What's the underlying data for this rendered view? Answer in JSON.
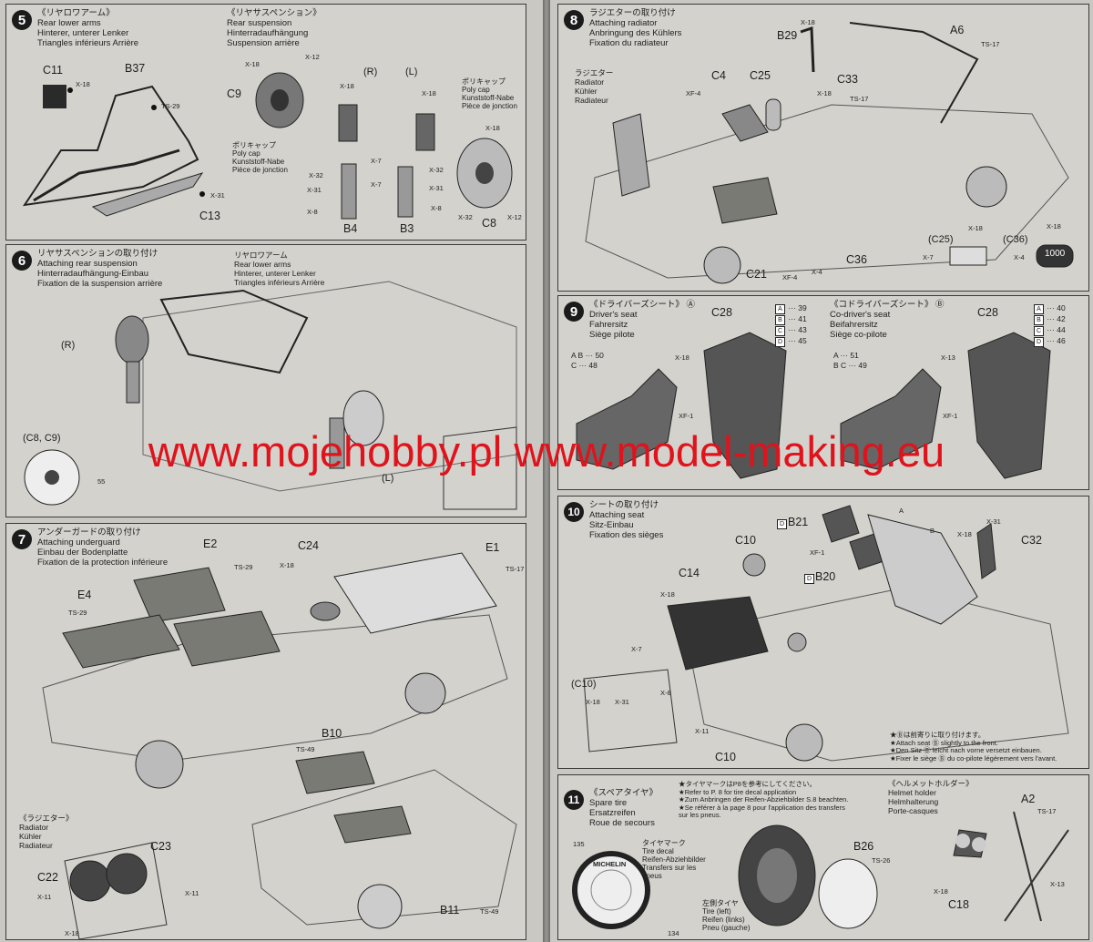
{
  "watermark": "www.mojehobby.pl www.model-making.eu",
  "steps": {
    "s5": {
      "num": "5",
      "jp": "《リヤロワアーム》",
      "en": "Rear lower arms",
      "de": "Hinterer, unterer Lenker",
      "fr": "Triangles inférieurs Arrière",
      "jp2": "《リヤサスペンション》",
      "en2": "Rear suspension",
      "de2": "Hinterradaufhängung",
      "fr2": "Suspension arrière",
      "parts": {
        "c11": "C11",
        "b37": "B37",
        "c13": "C13",
        "c9": "C9",
        "b4": "B4",
        "b3": "B3",
        "c8": "C8",
        "r": "(R)",
        "l": "(L)"
      },
      "screws": {
        "x18a": "X-18",
        "ts29": "TS-29",
        "x31": "X-31",
        "x18b": "X-18",
        "x12a": "X-12",
        "x18c": "X-18",
        "x32a": "X-32",
        "x31b": "X-31",
        "x7a": "X-7",
        "x8a": "X-8",
        "x18d": "X-18",
        "x7b": "X-7",
        "x32b": "X-32",
        "x31c": "X-31",
        "x8b": "X-8",
        "x18e": "X-18",
        "x32c": "X-32",
        "x12b": "X-12"
      },
      "polycap": {
        "jp": "ポリキャップ",
        "en": "Poly cap",
        "de": "Kunststoff-Nabe",
        "fr": "Pièce de jonction"
      }
    },
    "s6": {
      "num": "6",
      "jp": "リヤサスペンションの取り付け",
      "en": "Attaching rear suspension",
      "de": "Hinterradaufhängung-Einbau",
      "fr": "Fixation de la suspension arrière",
      "sub": {
        "jp": "リヤロワアーム",
        "en": "Rear lower arms",
        "de": "Hinterer, unterer Lenker",
        "fr": "Triangles inférieurs Arrière"
      },
      "r": "(R)",
      "l": "(L)",
      "c8c9": "(C8, C9)",
      "decal": "55"
    },
    "s7": {
      "num": "7",
      "jp": "アンダーガードの取り付け",
      "en": "Attaching underguard",
      "de": "Einbau der Bodenplatte",
      "fr": "Fixation de la protection inférieure",
      "parts": {
        "e2": "E2",
        "e4": "E4",
        "c24": "C24",
        "e1": "E1",
        "b10": "B10",
        "c23": "C23",
        "c22": "C22",
        "b11": "B11"
      },
      "screws": {
        "ts29a": "TS-29",
        "ts29b": "TS-29",
        "x18": "X-18",
        "ts17": "TS-17",
        "ts49a": "TS-49",
        "x11a": "X-11",
        "x11b": "X-11",
        "x18b": "X-18",
        "ts49b": "TS-49"
      },
      "radiator": {
        "jp": "《ラジエター》",
        "en": "Radiator",
        "de": "Kühler",
        "fr": "Radiateur"
      }
    },
    "s8": {
      "num": "8",
      "jp": "ラジエターの取り付け",
      "en": "Attaching radiator",
      "de": "Anbringung des Kühlers",
      "fr": "Fixation du radiateur",
      "radiator": {
        "jp": "ラジエター",
        "en": "Radiator",
        "de": "Kühler",
        "fr": "Radiateur"
      },
      "parts": {
        "b29": "B29",
        "a6": "A6",
        "c4": "C4",
        "c25": "C25",
        "c33": "C33",
        "c36": "C36",
        "c21": "C21",
        "c25b": "(C25)",
        "c36b": "(C36)"
      },
      "screws": {
        "x18a": "X-18",
        "ts17a": "TS-17",
        "xf4a": "XF-4",
        "x18b": "X-18",
        "ts17b": "TS-17",
        "xf4b": "XF-4",
        "x4a": "X-4",
        "x18c": "X-18",
        "x7": "X-7",
        "x18d": "X-18",
        "x4b": "X-4"
      },
      "stamp": "1000"
    },
    "s9": {
      "num": "9",
      "jp": "《ドライバーズシート》",
      "en": "Driver's seat",
      "de": "Fahrersitz",
      "fr": "Siège pilote",
      "jp2": "《コドライバーズシート》",
      "en2": "Co-driver's seat",
      "de2": "Beifahrersitz",
      "fr2": "Siège co-pilote",
      "a": "A",
      "b": "B",
      "c28a": "C28",
      "c28b": "C28",
      "x18": "X-18",
      "xf1a": "XF-1",
      "x13": "X-13",
      "xf1b": "XF-1",
      "legendA": [
        {
          "k": "A",
          "v": "39"
        },
        {
          "k": "B",
          "v": "41"
        },
        {
          "k": "C",
          "v": "43"
        },
        {
          "k": "D",
          "v": "45"
        }
      ],
      "legendB": [
        {
          "k": "A",
          "v": "40"
        },
        {
          "k": "B",
          "v": "42"
        },
        {
          "k": "C",
          "v": "44"
        },
        {
          "k": "D",
          "v": "46"
        }
      ],
      "ab": "A B ··· 50",
      "c48": "C ··· 48",
      "ab51": "A ··· 51",
      "bc49": "B C ··· 49"
    },
    "s10": {
      "num": "10",
      "jp": "シートの取り付け",
      "en": "Attaching seat",
      "de": "Sitz-Einbau",
      "fr": "Fixation des sièges",
      "parts": {
        "b21": "B21",
        "b20": "B20",
        "c10": "C10",
        "c14": "C14",
        "c32": "C32",
        "c10b": "C10",
        "c10c": "(C10)",
        "a": "A",
        "b": "B"
      },
      "screws": {
        "xf1": "XF-1",
        "x18a": "X-18",
        "x31a": "X-31",
        "x18b": "X-18",
        "x7": "X-7",
        "x8": "X-8",
        "x11": "X-11",
        "x18c": "X-18",
        "x31b": "X-31"
      },
      "note": {
        "jp": "★Ⓑは前寄りに取り付けます。",
        "en": "★Attach seat Ⓑ slightly to the front.",
        "de": "★Den Sitz Ⓑ leicht nach vorne versetzt einbauen.",
        "fr": "★Fixer le siège Ⓑ du co-pilote légèrement vers l'avant."
      }
    },
    "s11": {
      "num": "11",
      "jp": "《スペアタイヤ》",
      "en": "Spare tire",
      "de": "Ersatzreifen",
      "fr": "Roue de secours",
      "note": [
        "★タイヤマークはP8を参考にしてください。",
        "★Refer to P. 8 for tire decal application",
        "★Zum Anbringen der Reifen-Abziehbilder S.8 beachten.",
        "★Se référer à la page 8 pour l'application des transfers",
        "sur les pneus."
      ],
      "decal": {
        "jp": "タイヤマーク",
        "en": "Tire decal",
        "de": "Reifen-Abziehbilder",
        "fr": "Transfers sur les",
        "fr2": "pneus"
      },
      "tire": {
        "jp": "左側タイヤ",
        "en": "Tire (left)",
        "de": "Reifen (links)",
        "fr": "Pneu (gauche)"
      },
      "helmet": {
        "jp": "《ヘルメットホルダー》",
        "en": "Helmet holder",
        "de": "Helmhalterung",
        "fr": "Porte-casques"
      },
      "parts": {
        "b26": "B26",
        "a2": "A2",
        "c18": "C18",
        "brand": "MICHELIN"
      },
      "screws": {
        "ts26": "TS-26",
        "ts17": "TS-17",
        "x18": "X-18",
        "x13": "X-13"
      },
      "d1": "135",
      "d2": "134"
    }
  }
}
